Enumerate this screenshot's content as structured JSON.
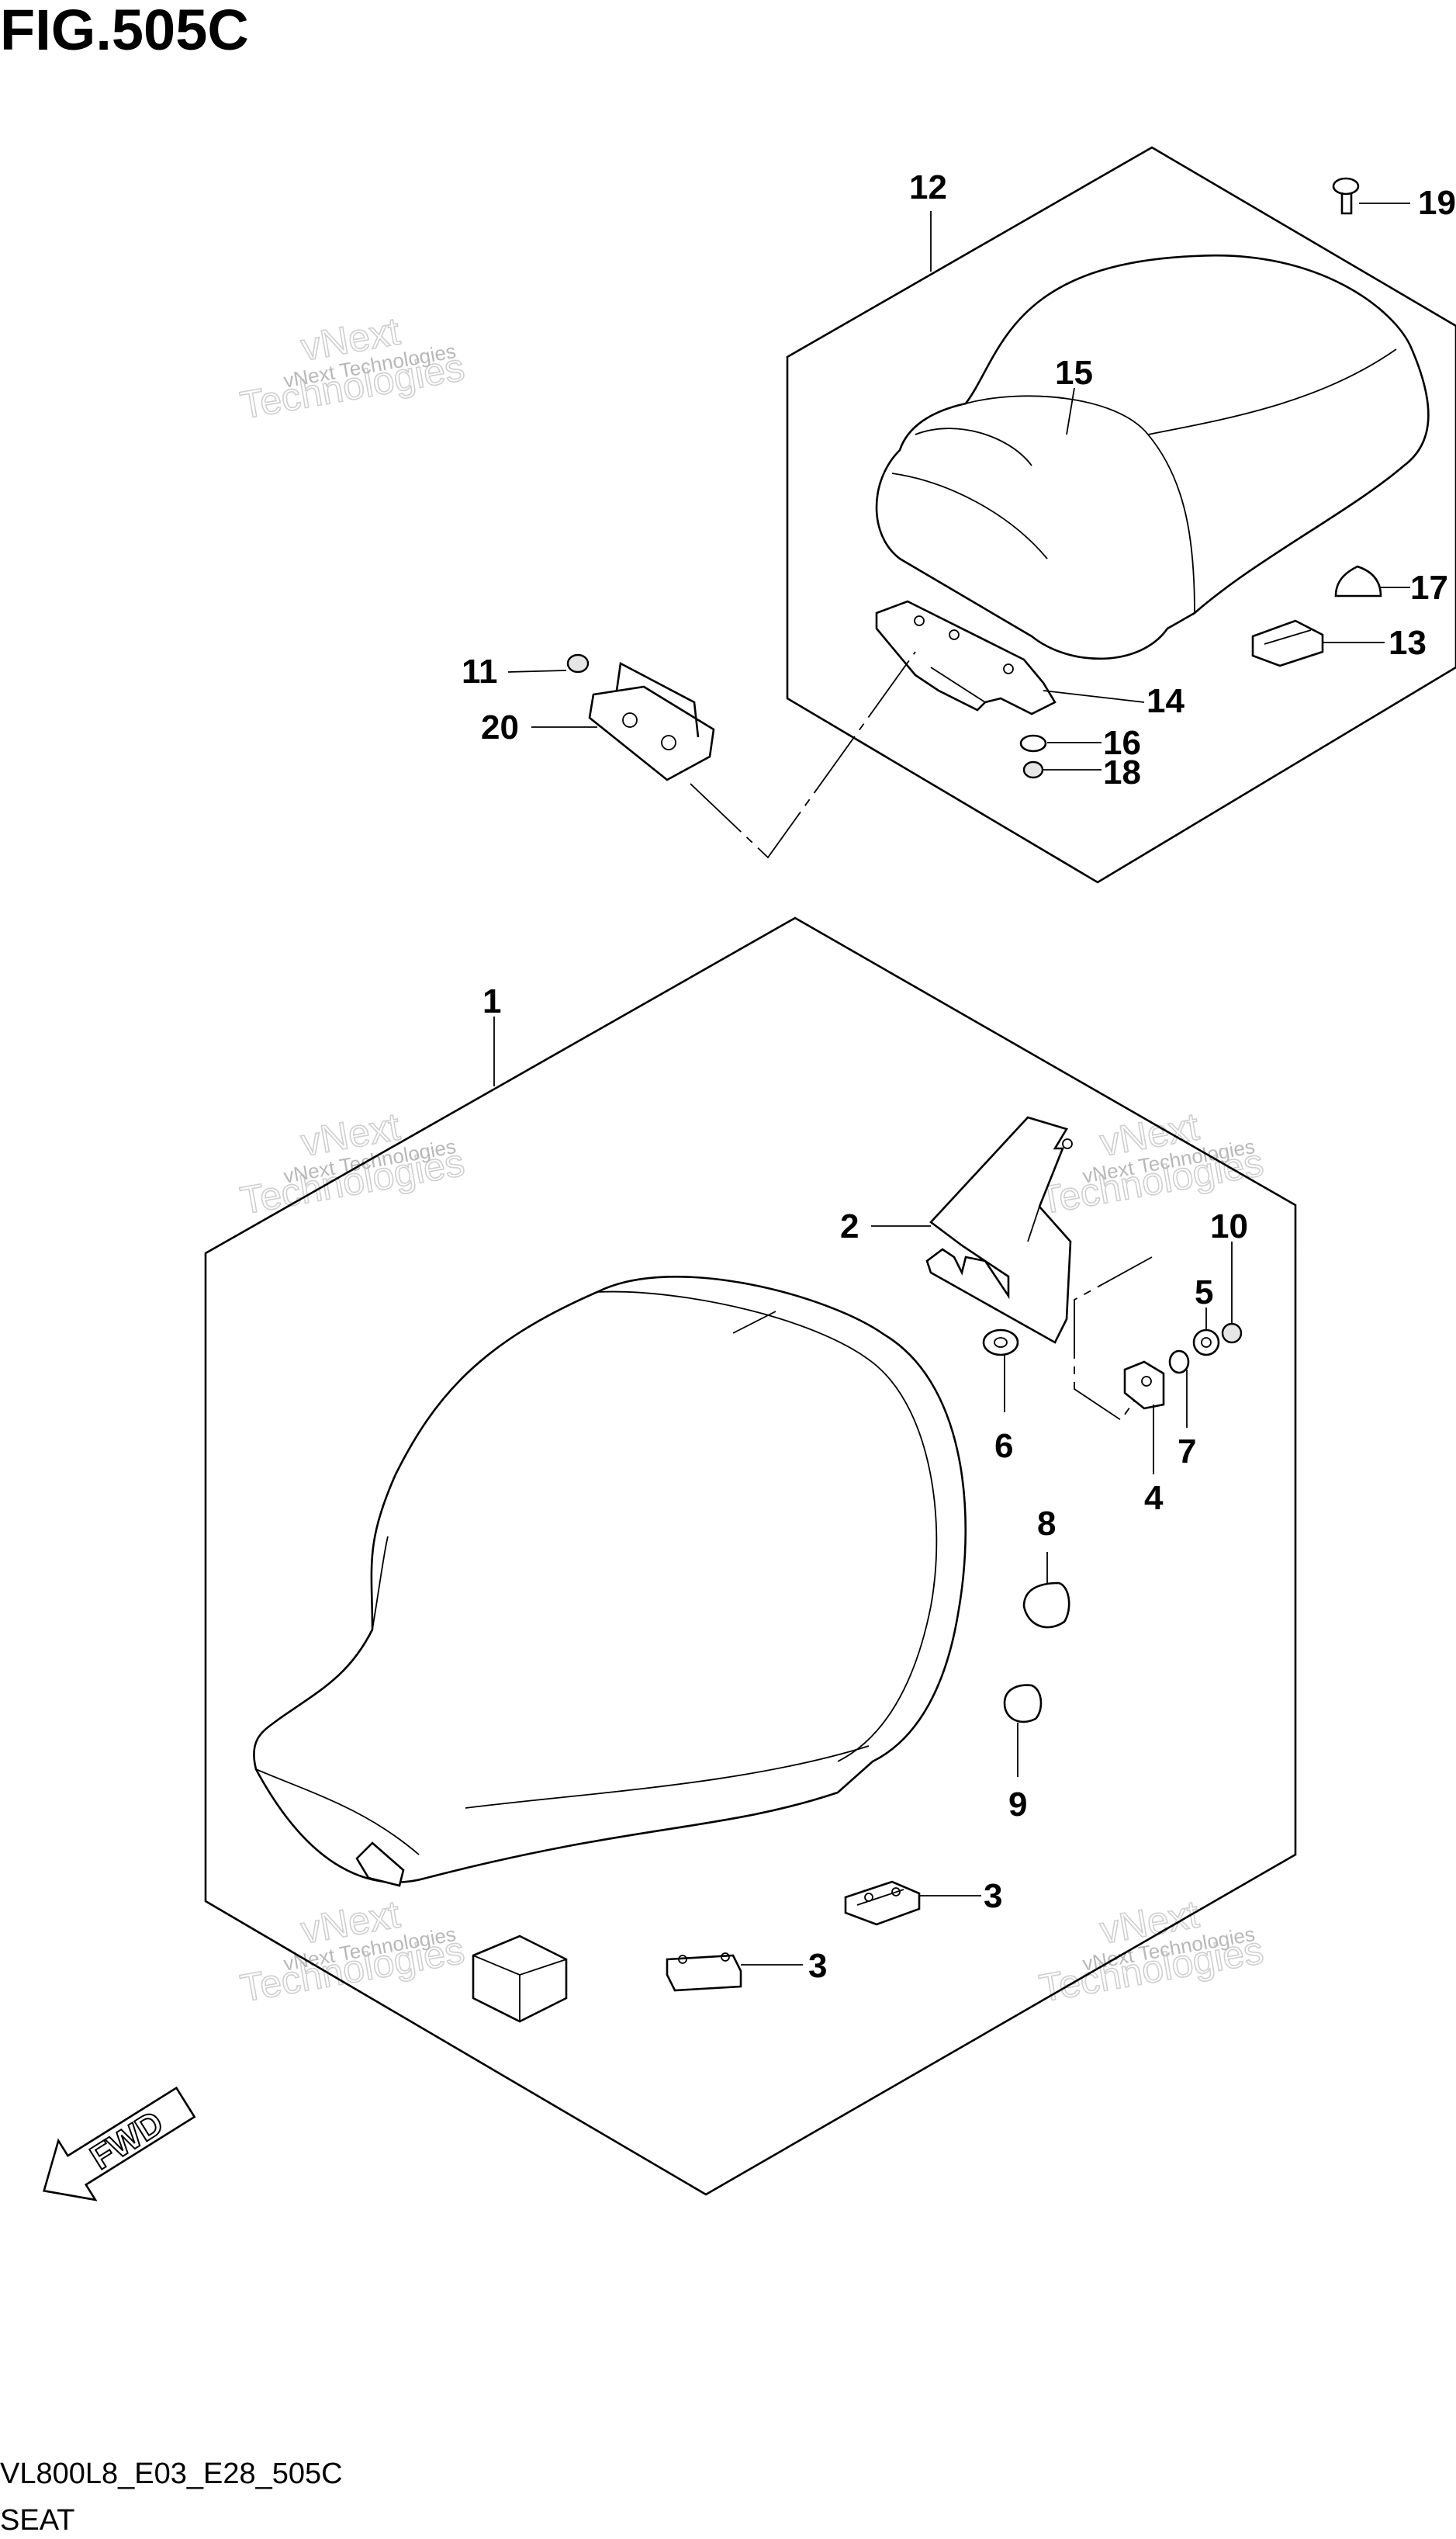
{
  "figure": {
    "title": "FIG.505C",
    "code": "VL800L8_E03_E28_505C",
    "name": "SEAT",
    "fwd_label": "FWD"
  },
  "callouts": {
    "c1": "1",
    "c2": "2",
    "c3a": "3",
    "c3b": "3",
    "c4": "4",
    "c5": "5",
    "c6": "6",
    "c7": "7",
    "c8": "8",
    "c9": "9",
    "c10": "10",
    "c11": "11",
    "c12": "12",
    "c13": "13",
    "c14": "14",
    "c15": "15",
    "c16": "16",
    "c17": "17",
    "c18": "18",
    "c19": "19",
    "c20": "20"
  },
  "watermark": {
    "small": "vNext Technologies",
    "big_top": "vNext",
    "big_bottom": "Technologies"
  }
}
